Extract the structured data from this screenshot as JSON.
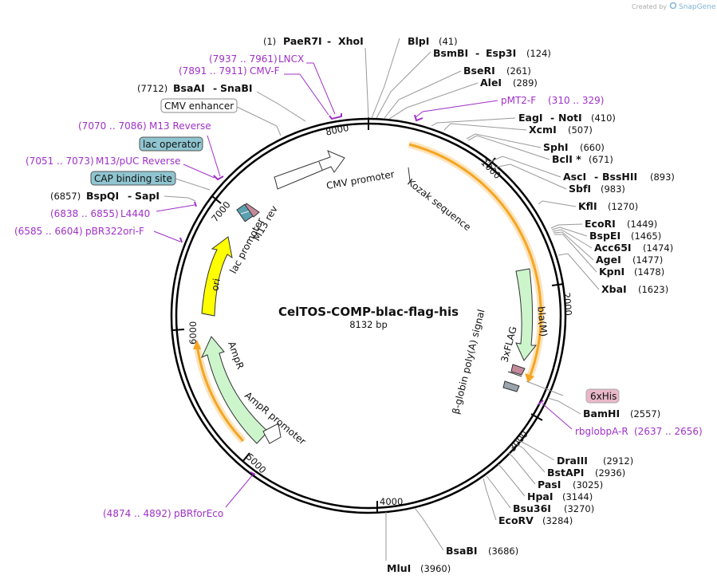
{
  "header": {
    "credit": "Created by",
    "brand": "SnapGene"
  },
  "plasmid": {
    "name": "CelTOS-COMP-blac-flag-his",
    "length": "8132 bp"
  },
  "ticks": [
    "1000",
    "2000",
    "3000",
    "4000",
    "5000",
    "6000",
    "7000",
    "8000"
  ],
  "sites": [
    {
      "pos": "(1)",
      "name": "PaeR7I",
      "alt": "XhoI"
    },
    {
      "name": "BlpI",
      "pos": "(41)"
    },
    {
      "name": "BsmBI",
      "alt": "Esp3I",
      "pos": "(124)"
    },
    {
      "name": "BseRI",
      "pos": "(261)"
    },
    {
      "name": "AleI",
      "pos": "(289)"
    },
    {
      "name": "EagI",
      "alt": "NotI",
      "pos": "(410)"
    },
    {
      "name": "XcmI",
      "pos": "(507)"
    },
    {
      "name": "SphI",
      "pos": "(660)"
    },
    {
      "name": "BclI *",
      "pos": "(671)"
    },
    {
      "name": "AscI",
      "alt": "BssHII",
      "pos": "(893)"
    },
    {
      "name": "SbfI",
      "pos": "(983)"
    },
    {
      "name": "KflI",
      "pos": "(1270)"
    },
    {
      "name": "EcoRI",
      "pos": "(1449)"
    },
    {
      "name": "BspEI",
      "pos": "(1465)"
    },
    {
      "name": "Acc65I",
      "pos": "(1474)"
    },
    {
      "name": "AgeI",
      "pos": "(1477)"
    },
    {
      "name": "KpnI",
      "pos": "(1478)"
    },
    {
      "name": "XbaI",
      "pos": "(1623)"
    },
    {
      "name": "BamHI",
      "pos": "(2557)"
    },
    {
      "name": "DraIII",
      "pos": "(2912)"
    },
    {
      "name": "BstAPI",
      "pos": "(2936)"
    },
    {
      "name": "PasI",
      "pos": "(3025)"
    },
    {
      "name": "HpaI",
      "pos": "(3144)"
    },
    {
      "name": "Bsu36I",
      "pos": "(3270)"
    },
    {
      "name": "EcoRV",
      "pos": "(3284)"
    },
    {
      "name": "BsaBI",
      "pos": "(3686)"
    },
    {
      "name": "MluI",
      "pos": "(3960)"
    },
    {
      "pos": "(7712)",
      "name": "BsaAI",
      "alt": "SnaBI"
    },
    {
      "pos": "(6857)",
      "name": "BspQI",
      "alt": "SapI"
    }
  ],
  "primers": [
    {
      "range": "(7937 .. 7961)",
      "name": "LNCX"
    },
    {
      "range": "(7891 .. 7911)",
      "name": "CMV-F"
    },
    {
      "range": "(310 .. 329)",
      "name": "pMT2-F"
    },
    {
      "range": "(7070 .. 7086)",
      "name": "M13 Reverse"
    },
    {
      "range": "(7051 .. 7073)",
      "name": "M13/pUC Reverse"
    },
    {
      "range": "(6838 .. 6855)",
      "name": "L4440"
    },
    {
      "range": "(6585 .. 6604)",
      "name": "pBR322ori-F"
    },
    {
      "range": "(2637 .. 2656)",
      "name": "rbglobpA-R"
    },
    {
      "range": "(4874 .. 4892)",
      "name": "pBRforEco"
    }
  ],
  "boxed_features": [
    "CMV enhancer",
    "lac operator",
    "CAP binding site",
    "6xHis"
  ],
  "features": {
    "cmv_promoter": "CMV promoter",
    "kozak": "Kozak sequence",
    "bla": "bla(M)",
    "globin": "β-globin poly(A) signal",
    "flag": "3xFLAG",
    "m13rev": "M13 rev",
    "lac_promoter": "lac promoter",
    "ori": "ori",
    "ampr": "AmpR",
    "ampr_promoter": "AmpR promoter"
  },
  "colors": {
    "enzyme": "#111111",
    "primer": "#a030c8",
    "feature_green": "#ccf5cc",
    "ori": "#ffff00",
    "orf": "#f5a623"
  }
}
